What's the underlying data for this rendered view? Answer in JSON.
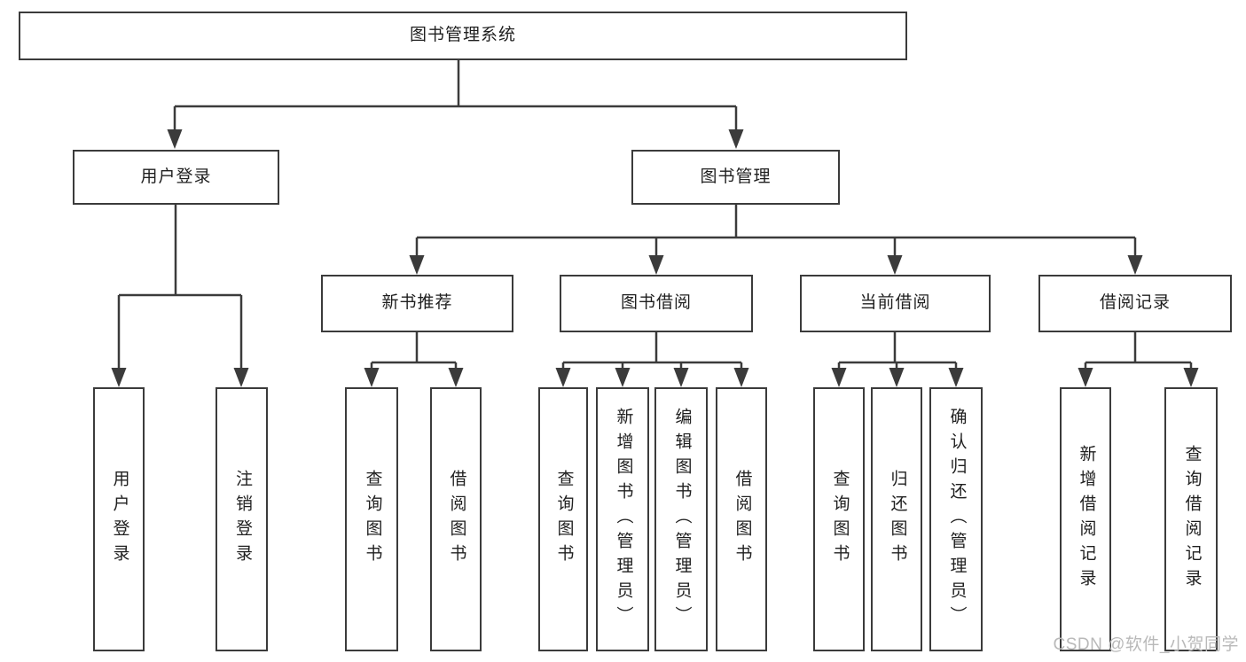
{
  "diagram": {
    "root": {
      "label": "图书管理系统"
    },
    "branches": [
      {
        "label": "用户登录"
      },
      {
        "label": "图书管理"
      }
    ],
    "modules": [
      {
        "label": "新书推荐"
      },
      {
        "label": "图书借阅"
      },
      {
        "label": "当前借阅"
      },
      {
        "label": "借阅记录"
      }
    ],
    "leaves": [
      {
        "label": "用户登录"
      },
      {
        "label": "注销登录"
      },
      {
        "label": "查询图书"
      },
      {
        "label": "借阅图书"
      },
      {
        "label": "查询图书"
      },
      {
        "label": "新增图书（管理员）"
      },
      {
        "label": "编辑图书（管理员）"
      },
      {
        "label": "借阅图书"
      },
      {
        "label": "查询图书"
      },
      {
        "label": "归还图书"
      },
      {
        "label": "确认归还（管理员）"
      },
      {
        "label": "新增借阅记录"
      },
      {
        "label": "查询借阅记录"
      }
    ]
  },
  "watermark": {
    "text": "CSDN @软件_小贺同学"
  },
  "colors": {
    "line": "#3b3b3b",
    "box_border": "#3b3b3b",
    "box_background": "#ffffff",
    "text": "#1f1f1f",
    "watermark": "#b9b9b9",
    "page_background": "#ffffff"
  }
}
